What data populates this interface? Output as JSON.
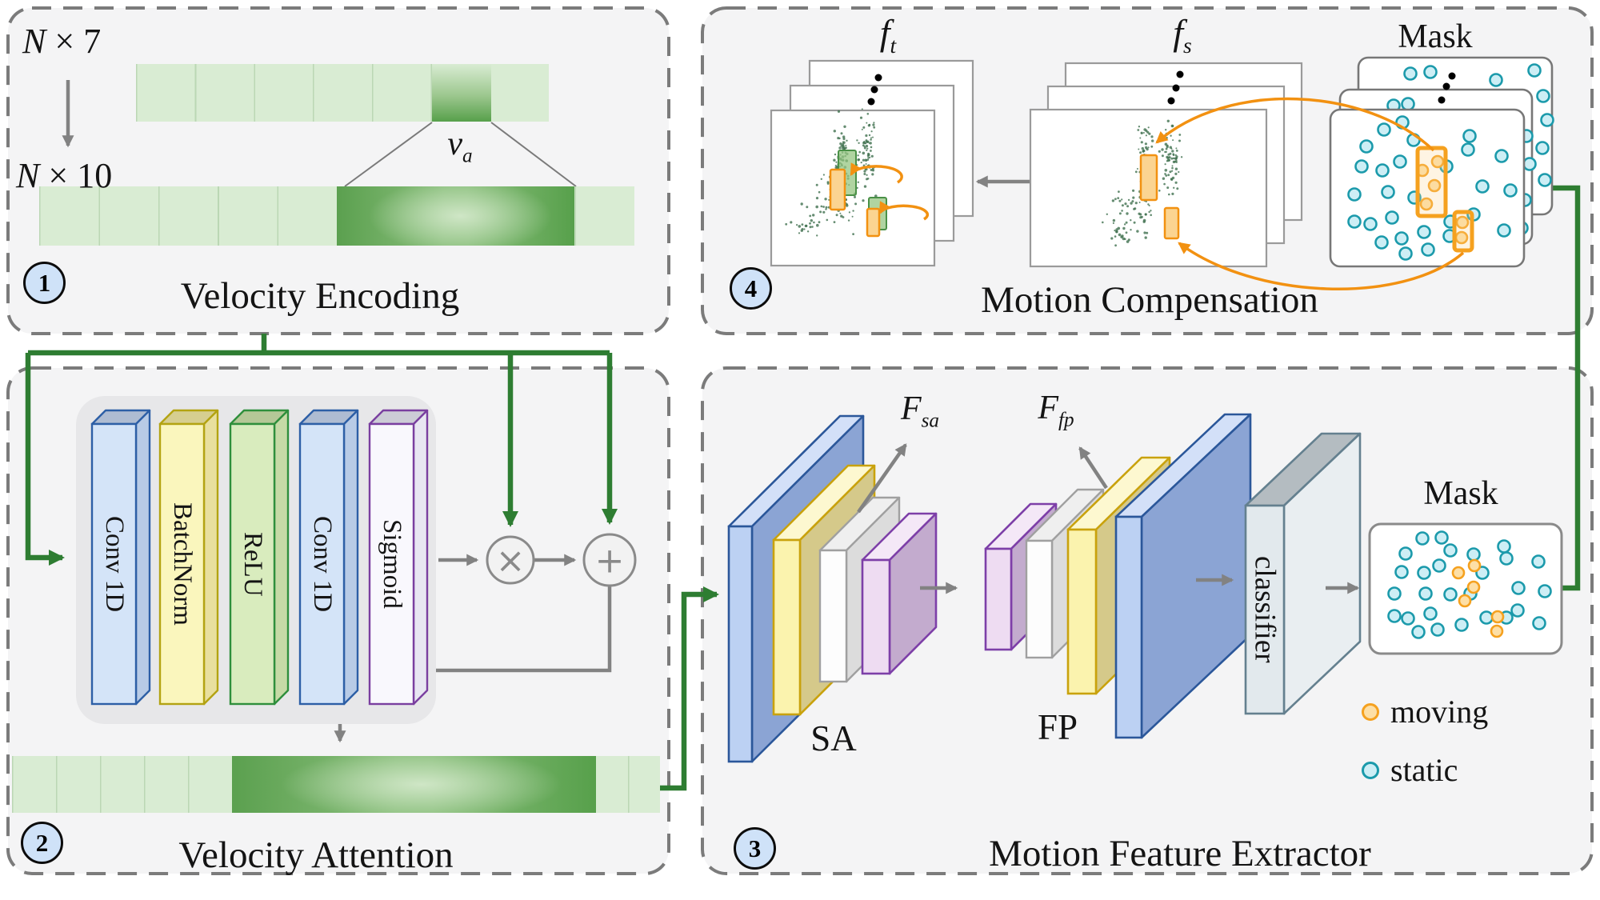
{
  "colors": {
    "accent_green": "#2e7d32",
    "panel_fill": "#f4f4f5",
    "dash_gray": "#7b7b7b",
    "arrow_gray": "#828282",
    "teal": "#1b9aab",
    "orange": "#f29111"
  },
  "panels": {
    "encoding": {
      "badge": "1",
      "title": "Velocity Encoding"
    },
    "attention": {
      "badge": "2",
      "title": "Velocity Attention"
    },
    "extractor": {
      "badge": "3",
      "title": "Motion Feature Extractor"
    },
    "compensation": {
      "badge": "4",
      "title": "Motion Compensation"
    }
  },
  "encoding": {
    "dim_raw": {
      "var": "N",
      "times": "×",
      "num": "7"
    },
    "dim_encoded": {
      "var": "N",
      "times": "×",
      "num": "10"
    },
    "velocity": {
      "main": "v",
      "sub": "a"
    }
  },
  "attention": {
    "layers": [
      {
        "label": "Conv 1D"
      },
      {
        "label": "BatchNorm"
      },
      {
        "label": "ReLU"
      },
      {
        "label": "Conv 1D"
      },
      {
        "label": "Sigmoid"
      }
    ],
    "ops": {
      "multiply": "×",
      "add": "+"
    }
  },
  "extractor": {
    "sa": "SA",
    "fp": "FP",
    "f_sa": {
      "main": "F",
      "sub": "sa"
    },
    "f_fp": {
      "main": "F",
      "sub": "fp"
    },
    "classifier": "classifier",
    "mask_title": "Mask",
    "legend": [
      {
        "key": "moving",
        "label": "moving"
      },
      {
        "key": "static",
        "label": "static"
      }
    ],
    "mask_points": {
      "static": [
        [
          1778,
          673
        ],
        [
          1802,
          672
        ],
        [
          1757,
          692
        ],
        [
          1813,
          688
        ],
        [
          1842,
          693
        ],
        [
          1880,
          683
        ],
        [
          1883,
          698
        ],
        [
          1923,
          702
        ],
        [
          1752,
          715
        ],
        [
          1780,
          716
        ],
        [
          1799,
          707
        ],
        [
          1853,
          716
        ],
        [
          1931,
          739
        ],
        [
          1743,
          742
        ],
        [
          1782,
          742
        ],
        [
          1813,
          743
        ],
        [
          1838,
          742
        ],
        [
          1898,
          735
        ],
        [
          1743,
          770
        ],
        [
          1760,
          773
        ],
        [
          1788,
          767
        ],
        [
          1858,
          772
        ],
        [
          1883,
          772
        ],
        [
          1897,
          763
        ],
        [
          1924,
          779
        ],
        [
          1773,
          790
        ],
        [
          1797,
          787
        ],
        [
          1827,
          781
        ]
      ],
      "moving": [
        [
          1843,
          707
        ],
        [
          1823,
          716
        ],
        [
          1842,
          734
        ],
        [
          1831,
          751
        ],
        [
          1872,
          771
        ],
        [
          1871,
          789
        ]
      ]
    }
  },
  "compensation": {
    "f_t": {
      "main": "f",
      "sub": "t"
    },
    "f_s": {
      "main": "f",
      "sub": "s"
    },
    "mask_title": "Mask",
    "mask_points": {
      "static": [
        [
          1730,
          162
        ],
        [
          1753,
          153
        ],
        [
          1767,
          175
        ],
        [
          1837,
          170
        ],
        [
          1835,
          187
        ],
        [
          1877,
          195
        ],
        [
          1708,
          183
        ],
        [
          1702,
          208
        ],
        [
          1728,
          213
        ],
        [
          1750,
          202
        ],
        [
          1808,
          208
        ],
        [
          1693,
          243
        ],
        [
          1735,
          240
        ],
        [
          1768,
          247
        ],
        [
          1853,
          233
        ],
        [
          1888,
          238
        ],
        [
          1693,
          277
        ],
        [
          1713,
          280
        ],
        [
          1740,
          272
        ],
        [
          1780,
          290
        ],
        [
          1813,
          277
        ],
        [
          1842,
          268
        ],
        [
          1880,
          288
        ],
        [
          1727,
          303
        ],
        [
          1752,
          298
        ],
        [
          1812,
          295
        ],
        [
          1757,
          317
        ],
        [
          1785,
          312
        ]
      ],
      "moving": [
        [
          1778,
          213
        ],
        [
          1797,
          202
        ],
        [
          1793,
          232
        ],
        [
          1783,
          255
        ],
        [
          1828,
          278
        ],
        [
          1827,
          297
        ]
      ],
      "back": [
        [
          1763,
          92
        ],
        [
          1788,
          90
        ],
        [
          1870,
          100
        ],
        [
          1918,
          88
        ],
        [
          1929,
          120
        ],
        [
          1934,
          150
        ],
        [
          1928,
          185
        ],
        [
          1931,
          225
        ]
      ],
      "mid": [
        [
          1742,
          132
        ],
        [
          1760,
          130
        ],
        [
          1908,
          170
        ],
        [
          1912,
          205
        ],
        [
          1906,
          250
        ],
        [
          1902,
          285
        ]
      ]
    },
    "scatter": {
      "ft": {
        "seed": 7,
        "clusters": [
          [
            1052,
            205,
            7,
            38,
            90
          ],
          [
            1085,
            190,
            9,
            34,
            75
          ],
          [
            1045,
            252,
            30,
            26,
            55
          ],
          [
            1008,
            282,
            16,
            12,
            22
          ]
        ]
      },
      "fs": {
        "seed": 13,
        "clusters": [
          [
            1432,
            212,
            8,
            40,
            90
          ],
          [
            1463,
            196,
            9,
            32,
            70
          ],
          [
            1424,
            262,
            28,
            24,
            48
          ],
          [
            1398,
            292,
            14,
            9,
            16
          ]
        ]
      }
    }
  }
}
